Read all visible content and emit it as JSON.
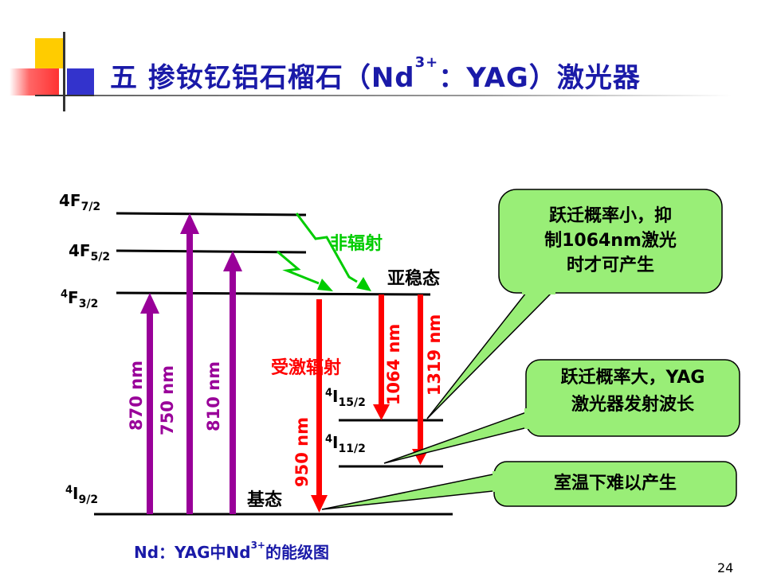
{
  "slide": {
    "title_prefix": "五 掺钕钇铝石榴石（Nd",
    "title_sup": "3+",
    "title_suffix": "：YAG）激光器",
    "page_number": "24"
  },
  "levels": {
    "f72_base": "4F",
    "f72_sub": "7/2",
    "f52_base": "4F",
    "f52_sub": "5/2",
    "f32_sup": "4",
    "f32_base": "F",
    "f32_sub": "3/2",
    "i92_sup": "4",
    "i92_base": "I",
    "i92_sub": "9/2",
    "i152_sup": "4",
    "i152_base": "I",
    "i152_sub": "15/2",
    "i112_sup": "4",
    "i112_base": "I",
    "i112_sub": "11/2"
  },
  "wavelengths": {
    "w870": "870 nm",
    "w750": "750 nm",
    "w810": "810 nm",
    "w950": "950 nm",
    "w1064": "1064 nm",
    "w1319": "1319 nm"
  },
  "labels": {
    "nonradiative": "非辐射",
    "metastable": "亚稳态",
    "stimulated": "受激辐射",
    "ground": "基态"
  },
  "callouts": {
    "c1_line1": "跃迁概率小，抑",
    "c1_line2": "制1064nm激光",
    "c1_line3": "时才可产生",
    "c2_line1": "跃迁概率大，YAG",
    "c2_line2": "激光器发射波长",
    "c3_line1": "室温下难以产生"
  },
  "caption": {
    "prefix": "Nd：YAG中Nd",
    "sup": "3+",
    "suffix": "的能级图"
  },
  "colors": {
    "title": "#1a1aa8",
    "pump_arrow": "#990099",
    "emission_arrow": "#ff0000",
    "nonrad_arrow": "#00cc00",
    "callout_fill": "#99ee77",
    "callout_border": "#000000"
  }
}
